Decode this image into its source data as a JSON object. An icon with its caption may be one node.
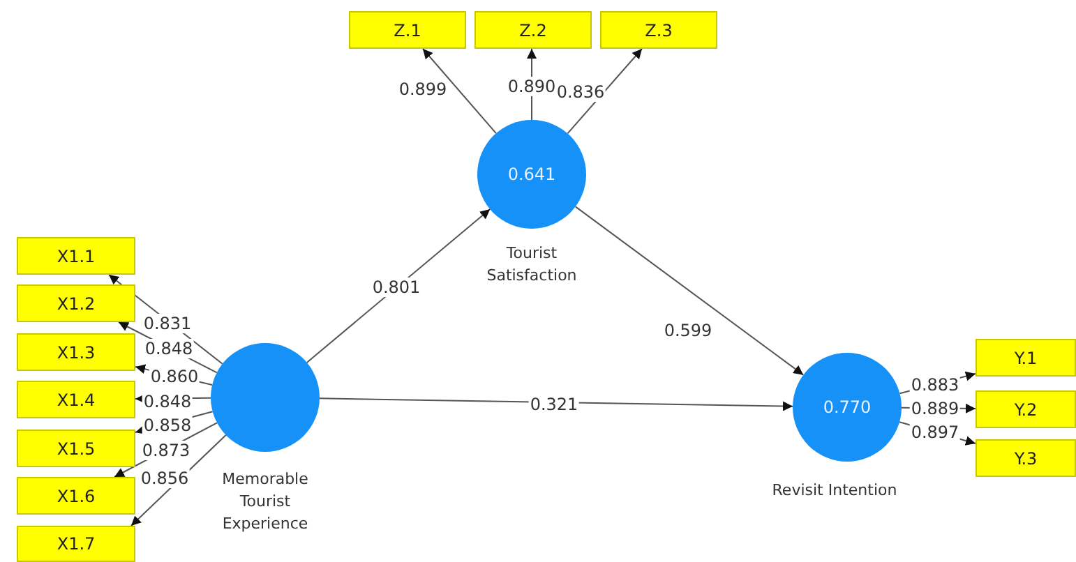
{
  "diagram": {
    "nodes": [
      {
        "text": [
          "Z.1"
        ]
      },
      {
        "text": [
          "Z.2"
        ]
      },
      {
        "text": [
          "Z.3"
        ]
      },
      {
        "text": [
          "0.641"
        ],
        "beside": [
          "Tourist Satisfaction"
        ]
      },
      {
        "text": [
          "X1.1"
        ]
      },
      {
        "text": [
          "X1.2"
        ]
      },
      {
        "text": [
          "X1.3"
        ]
      },
      {
        "text": [
          "X1.4"
        ]
      },
      {
        "text": [
          "X1.5"
        ]
      },
      {
        "text": [
          "X1.6"
        ]
      },
      {
        "text": [
          "X1.7"
        ]
      },
      {
        "text": [],
        "shape": "circle",
        "beside": [
          "Memorable Tourist Experience"
        ]
      },
      {
        "text": [
          "0.770"
        ],
        "beside": [
          "Revisit Intention"
        ]
      },
      {
        "text": [
          "Y.1"
        ]
      },
      {
        "text": [
          "Y.2"
        ]
      },
      {
        "text": [
          "Y.3"
        ]
      }
    ],
    "edges": [
      {
        "from": 3,
        "to": 0,
        "arrow": "to",
        "label": "0.899"
      },
      {
        "from": 3,
        "to": 1,
        "arrow": "to",
        "label": "0.890"
      },
      {
        "from": 3,
        "to": 2,
        "arrow": "to",
        "label": "0.836"
      },
      {
        "from": 11,
        "to": 4,
        "arrow": "to",
        "label": "0.831"
      },
      {
        "from": 11,
        "to": 5,
        "arrow": "to",
        "label": "0.848"
      },
      {
        "from": 11,
        "to": 6,
        "arrow": "to",
        "label": "0.860"
      },
      {
        "from": 11,
        "to": 7,
        "arrow": "to",
        "label": "0.848"
      },
      {
        "from": 11,
        "to": 8,
        "arrow": "to",
        "label": "0.858"
      },
      {
        "from": 11,
        "to": 9,
        "arrow": "to",
        "label": "0.873"
      },
      {
        "from": 11,
        "to": 10,
        "arrow": "to",
        "label": "0.856"
      },
      {
        "from": 11,
        "to": 3,
        "arrow": "to",
        "label": "0.801"
      },
      {
        "from": 3,
        "to": 12,
        "arrow": "to",
        "label": "0.599"
      },
      {
        "from": 11,
        "to": 12,
        "arrow": "to",
        "label": "0.321"
      },
      {
        "from": 12,
        "to": 13,
        "arrow": "to",
        "label": "0.883"
      },
      {
        "from": 12,
        "to": 14,
        "arrow": "to",
        "label": "0.889"
      },
      {
        "from": 12,
        "to": 15,
        "arrow": "to",
        "label": "0.897"
      }
    ]
  }
}
